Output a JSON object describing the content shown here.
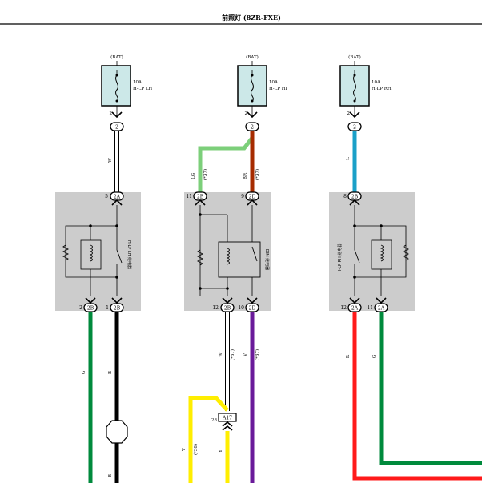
{
  "page": {
    "title": "前照灯 (8ZR-FXE)"
  },
  "fuses": [
    {
      "source": "(BAT)",
      "rating": "10A",
      "name": "H-LP LH",
      "pin": "2",
      "connector": "2"
    },
    {
      "source": "(BAT)",
      "rating": "10A",
      "name": "H-LP HI",
      "pin": "2",
      "connector": "2"
    },
    {
      "source": "(BAT)",
      "rating": "10A",
      "name": "H-LP RH",
      "pin": "2",
      "connector": "2"
    }
  ],
  "wires": {
    "w_lh_top": "W",
    "lg": "LG",
    "lg_note": "(*37)",
    "br": "BR",
    "br_note": "(*37)",
    "l_rh": "L",
    "g_lh": "G",
    "b_lh": "B",
    "b_lh_bottom": "B",
    "w_mid": "W",
    "w_mid_note": "(*37)",
    "v_mid": "V",
    "v_mid_note": "(*37)",
    "y_left": "Y",
    "y_left_note": "(*38)",
    "y_right": "Y",
    "r_rh": "R",
    "g_rh": "G"
  },
  "relays": [
    {
      "name": "H-LP LH 继电器",
      "pins": [
        {
          "num": "5",
          "conn": "2A"
        },
        {
          "num": "2",
          "conn": "2B"
        },
        {
          "num": "1",
          "conn": "2B"
        }
      ]
    },
    {
      "name": "DIM 继电器",
      "pins": [
        {
          "num": "11",
          "conn": "2B"
        },
        {
          "num": "9",
          "conn": "2D"
        },
        {
          "num": "12",
          "conn": "2B"
        },
        {
          "num": "10",
          "conn": "2D"
        }
      ]
    },
    {
      "name": "H-LP RH 继电器",
      "pins": [
        {
          "num": "8",
          "conn": "2B"
        },
        {
          "num": "12",
          "conn": "2A"
        },
        {
          "num": "11",
          "conn": "2A"
        }
      ]
    }
  ],
  "connector_a17": {
    "pin": "28",
    "name": "A17"
  },
  "colors": {
    "green": "#008a3c",
    "light_green": "#7ccf7a",
    "brown": "#a62b00",
    "blue": "#1aa0c8",
    "black": "#000000",
    "purple": "#6a1a9a",
    "yellow": "#ffee00",
    "red": "#ff1a1a",
    "relay_bg": "#cccccc",
    "fuse_bg": "#cce8e8"
  }
}
